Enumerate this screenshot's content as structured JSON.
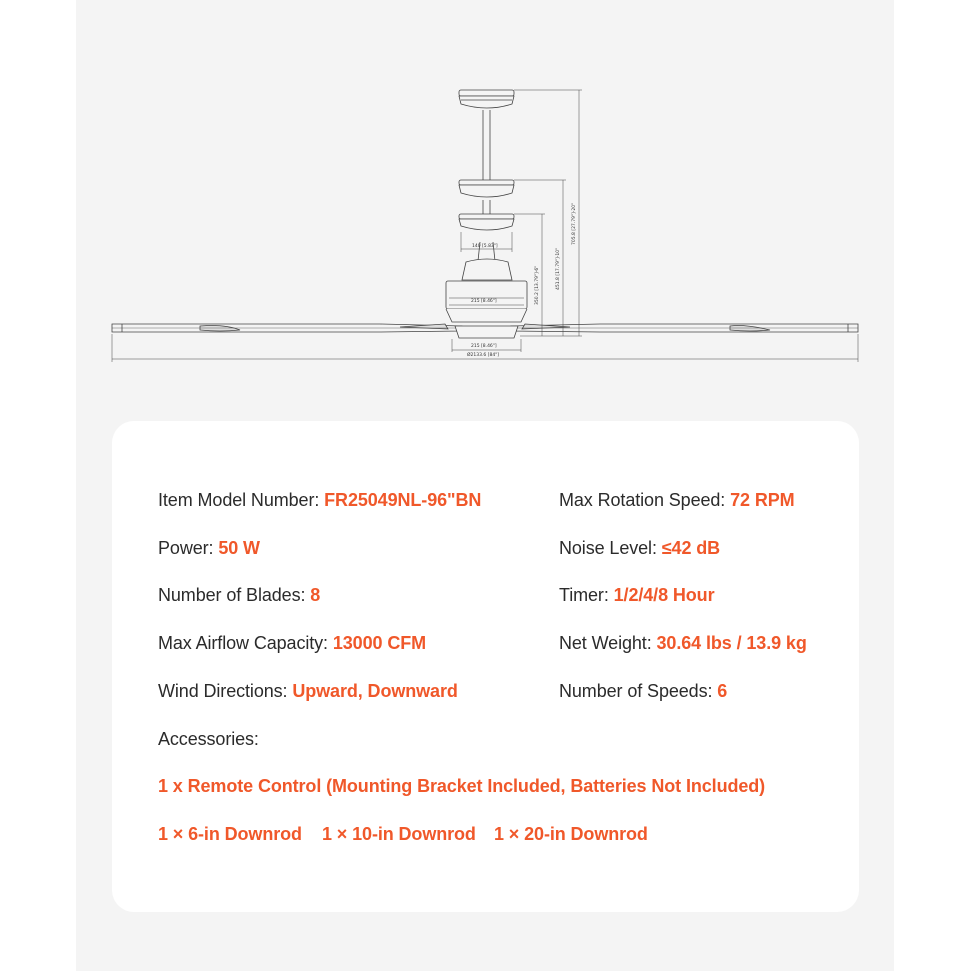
{
  "diagram": {
    "dim_canopy_width": "140 [5.83\"]",
    "dim_motor_top": "215 [8.46\"]",
    "dim_motor_bottom": "215 [8.46\"]",
    "dim_diameter": "Ø2133.6 [84\"]",
    "dim_height_short": "350.2 [13.79\"]-6\"",
    "dim_height_mid": "451.8 [17.79\"]-10\"",
    "dim_height_long": "705.8 [27.79\"]-20\""
  },
  "specs": {
    "model_label": "Item Model Number: ",
    "model_value": "FR25049NL-96\"BN",
    "power_label": "Power: ",
    "power_value": "50 W",
    "blades_label": "Number of Blades: ",
    "blades_value": "8",
    "airflow_label": "Max Airflow Capacity: ",
    "airflow_value": "13000 CFM",
    "wind_label": "Wind Directions: ",
    "wind_value": "Upward, Downward",
    "rotation_label": "Max Rotation Speed: ",
    "rotation_value": "72 RPM",
    "noise_label": "Noise Level: ",
    "noise_value": "≤42 dB",
    "timer_label": "Timer: ",
    "timer_value": "1/2/4/8 Hour",
    "weight_label": "Net Weight: ",
    "weight_value": "30.64 lbs / 13.9 kg",
    "speeds_label": "Number of Speeds: ",
    "speeds_value": "6",
    "accessories_label": "Accessories:",
    "accessory_remote": "1 x Remote Control (Mounting Bracket Included, Batteries Not Included)",
    "downrod_6": "1 × 6-in Downrod",
    "downrod_10": "1 × 10-in Downrod",
    "downrod_20": "1 × 20-in Downrod"
  }
}
